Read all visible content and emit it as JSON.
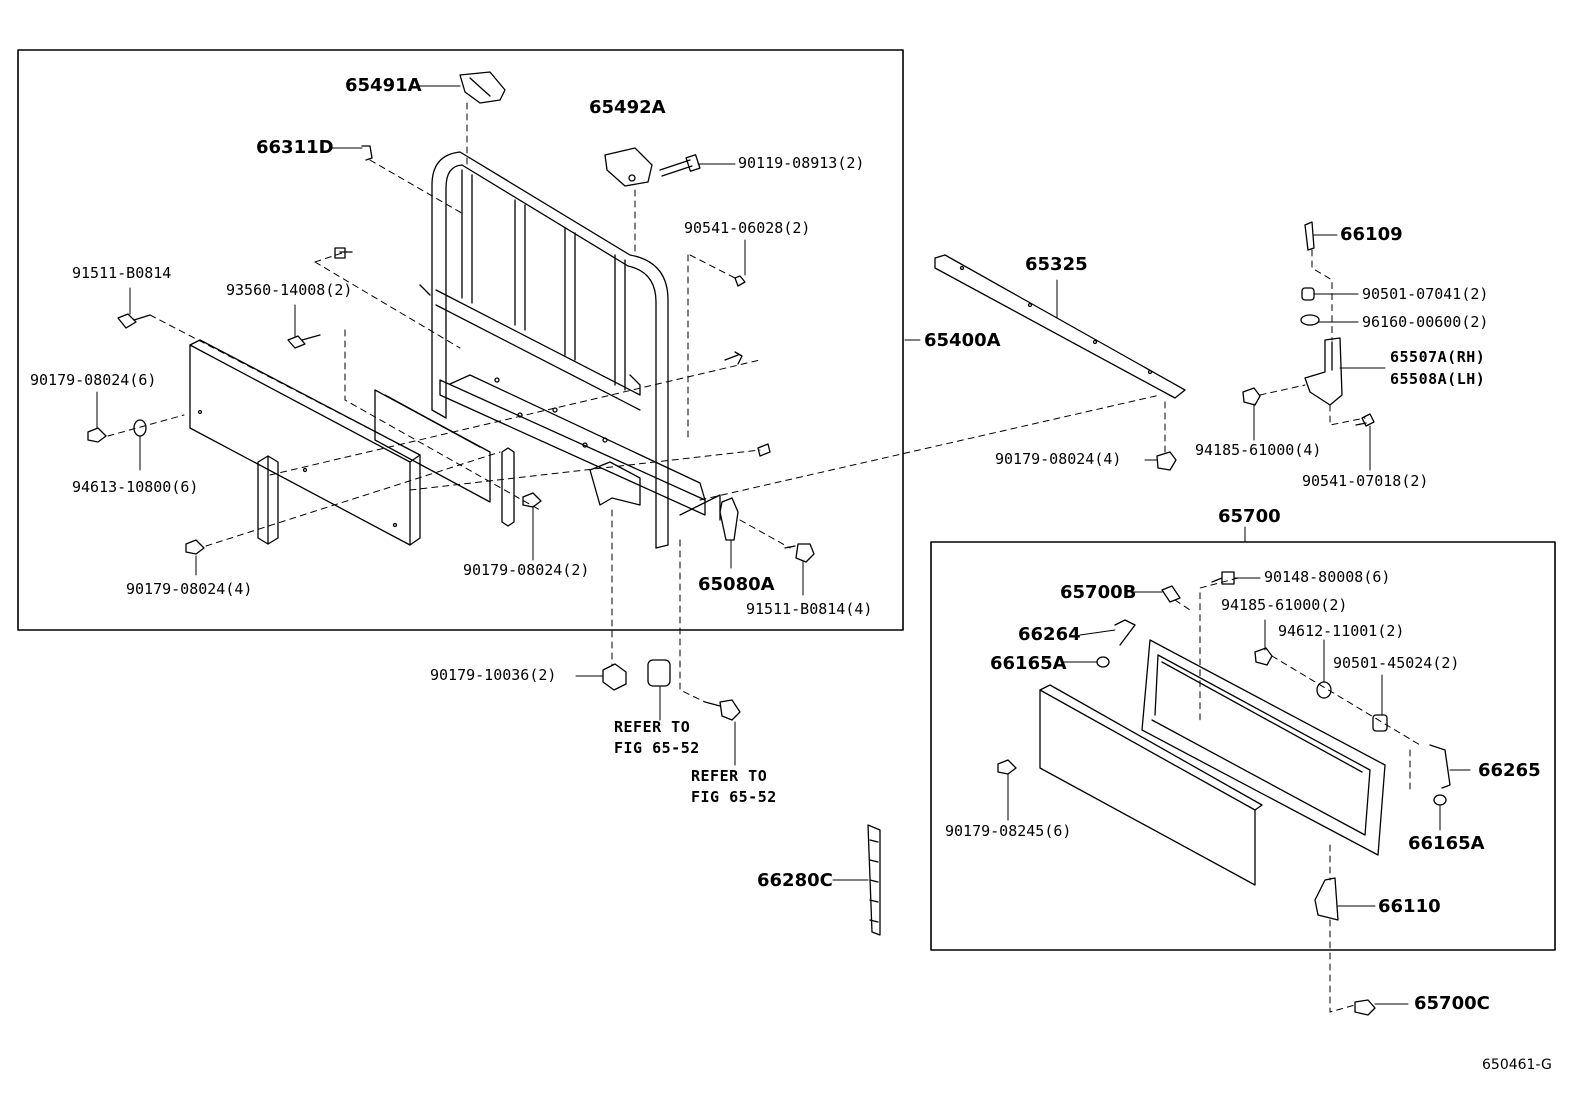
{
  "diagram": {
    "figure_code": "650461-G",
    "frames": {
      "assembly": "65400A",
      "tailgate": "65700"
    },
    "callouts": {
      "c_65491A": "65491A",
      "c_65492A": "65492A",
      "c_66311D": "66311D",
      "c_90119": "90119-08913(2)",
      "c_90541_06028": "90541-06028(2)",
      "c_91511_top": "91511-B0814",
      "c_93560": "93560-14008(2)",
      "c_90179_6": "90179-08024(6)",
      "c_94613": "94613-10800(6)",
      "c_90179_4_left": "90179-08024(4)",
      "c_90179_2": "90179-08024(2)",
      "c_65080A": "65080A",
      "c_91511_4": "91511-B0814(4)",
      "c_65400A": "65400A",
      "c_65325": "65325",
      "c_90179_4_right": "90179-08024(4)",
      "c_66109": "66109",
      "c_90501_07041": "90501-07041(2)",
      "c_96160": "96160-00600(2)",
      "c_65507A": "65507A(RH)",
      "c_65508A": "65508A(LH)",
      "c_94185_4": "94185-61000(4)",
      "c_90541_07018": "90541-07018(2)",
      "c_65700": "65700",
      "c_90179_10036": "90179-10036(2)",
      "c_refer1_a": "REFER TO",
      "c_refer1_b": "FIG 65-52",
      "c_refer2_a": "REFER TO",
      "c_refer2_b": "FIG 65-52",
      "c_66280C": "66280C",
      "c_65700B": "65700B",
      "c_90148": "90148-80008(6)",
      "c_94185_2": "94185-61000(2)",
      "c_94612": "94612-11001(2)",
      "c_90501_45024": "90501-45024(2)",
      "c_66264": "66264",
      "c_66165A_left": "66165A",
      "c_66265": "66265",
      "c_66165A_right": "66165A",
      "c_90179_08245": "90179-08245(6)",
      "c_66110": "66110",
      "c_65700C": "65700C"
    }
  }
}
